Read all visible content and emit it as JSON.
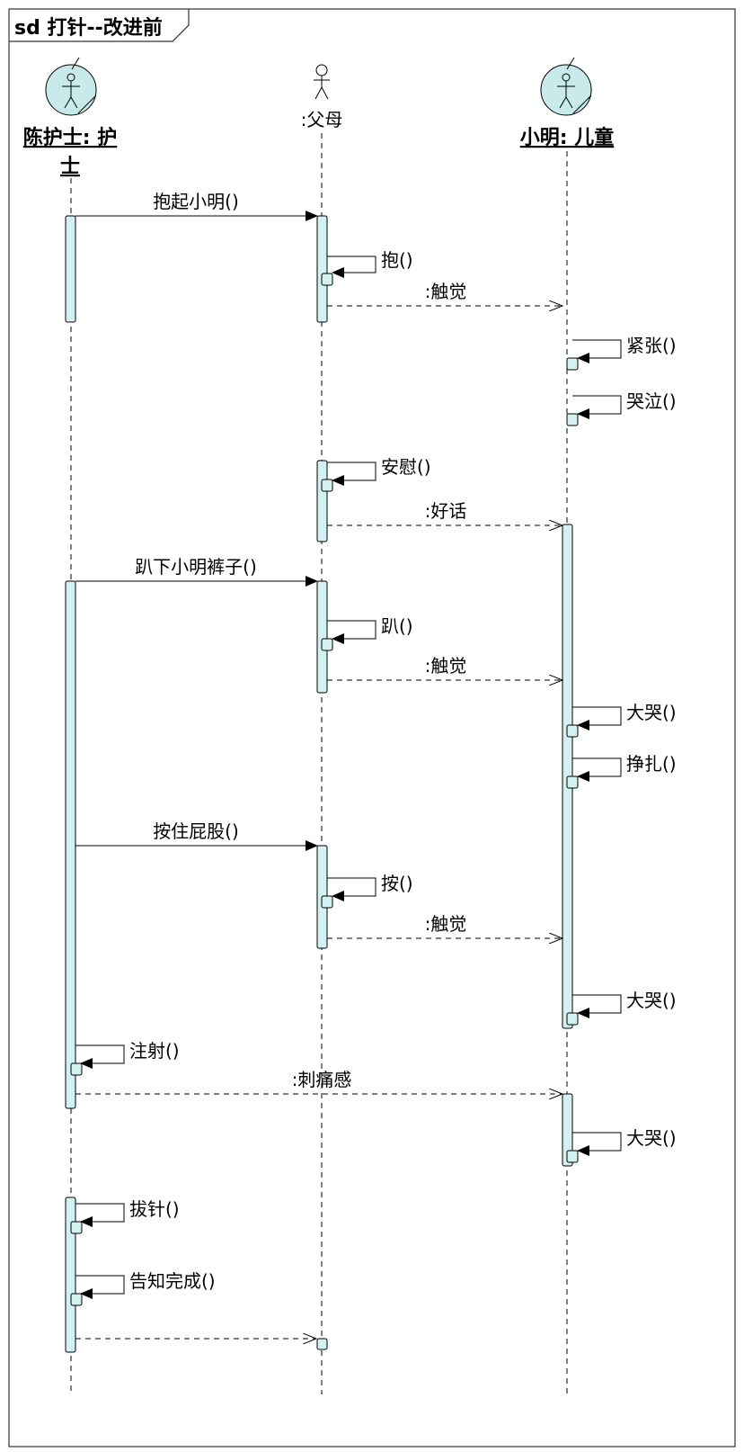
{
  "frame": {
    "title": "sd 打针--改进前"
  },
  "lifelines": [
    {
      "id": "nurse",
      "label_lines": [
        "陈护士: 护",
        "士"
      ],
      "kind": "business-worker",
      "style": "bold-underline"
    },
    {
      "id": "parent",
      "label_lines": [
        ":父母"
      ],
      "kind": "actor",
      "style": "plain"
    },
    {
      "id": "child",
      "label_lines": [
        "小明: 儿童"
      ],
      "kind": "business-worker",
      "style": "bold-underline"
    }
  ],
  "messages": [
    {
      "from": "nurse",
      "to": "parent",
      "label": "抱起小明()",
      "type": "sync"
    },
    {
      "from": "parent",
      "to": "parent",
      "label": "抱()",
      "type": "self"
    },
    {
      "from": "parent",
      "to": "child",
      "label": ":触觉",
      "type": "async"
    },
    {
      "from": "child",
      "to": "child",
      "label": "紧张()",
      "type": "self"
    },
    {
      "from": "child",
      "to": "child",
      "label": "哭泣()",
      "type": "self"
    },
    {
      "from": "parent",
      "to": "parent",
      "label": "安慰()",
      "type": "self"
    },
    {
      "from": "parent",
      "to": "child",
      "label": ":好话",
      "type": "async"
    },
    {
      "from": "nurse",
      "to": "parent",
      "label": "趴下小明裤子()",
      "type": "sync"
    },
    {
      "from": "parent",
      "to": "parent",
      "label": "趴()",
      "type": "self"
    },
    {
      "from": "parent",
      "to": "child",
      "label": ":触觉",
      "type": "async"
    },
    {
      "from": "child",
      "to": "child",
      "label": "大哭()",
      "type": "self"
    },
    {
      "from": "child",
      "to": "child",
      "label": "挣扎()",
      "type": "self"
    },
    {
      "from": "nurse",
      "to": "parent",
      "label": "按住屁股()",
      "type": "sync"
    },
    {
      "from": "parent",
      "to": "parent",
      "label": "按()",
      "type": "self"
    },
    {
      "from": "parent",
      "to": "child",
      "label": ":触觉",
      "type": "async"
    },
    {
      "from": "child",
      "to": "child",
      "label": "大哭()",
      "type": "self"
    },
    {
      "from": "nurse",
      "to": "nurse",
      "label": "注射()",
      "type": "self"
    },
    {
      "from": "nurse",
      "to": "child",
      "label": ":刺痛感",
      "type": "async"
    },
    {
      "from": "child",
      "to": "child",
      "label": "大哭()",
      "type": "self"
    },
    {
      "from": "nurse",
      "to": "nurse",
      "label": "拔针()",
      "type": "self"
    },
    {
      "from": "nurse",
      "to": "nurse",
      "label": "告知完成()",
      "type": "self"
    },
    {
      "from": "nurse",
      "to": "parent",
      "label": "",
      "type": "async"
    }
  ],
  "colors": {
    "activation_fill": "#d4f1f1",
    "stroke": "#000000",
    "actor_head": "#c8eaea"
  }
}
